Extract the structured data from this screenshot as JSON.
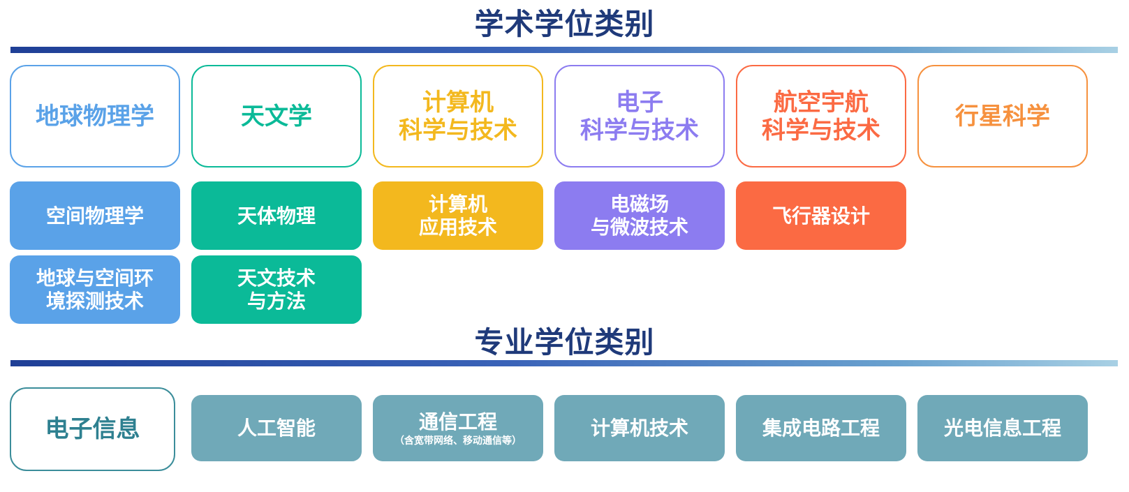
{
  "academic": {
    "title": "学术学位类别",
    "columns": [
      {
        "name_lines": [
          "地球物理学"
        ],
        "color": "#5aa2e8",
        "subjects": [
          {
            "lines": [
              "空间物理学"
            ]
          },
          {
            "lines": [
              "地球与空间环",
              "境探测技术"
            ]
          }
        ]
      },
      {
        "name_lines": [
          "天文学"
        ],
        "color": "#0bba98",
        "subjects": [
          {
            "lines": [
              "天体物理"
            ]
          },
          {
            "lines": [
              "天文技术",
              "与方法"
            ]
          }
        ]
      },
      {
        "name_lines": [
          "计算机",
          "科学与技术"
        ],
        "color": "#f3b81e",
        "subjects": [
          {
            "lines": [
              "计算机",
              "应用技术"
            ]
          }
        ]
      },
      {
        "name_lines": [
          "电子",
          "科学与技术"
        ],
        "color": "#8c7cf0",
        "subjects": [
          {
            "lines": [
              "电磁场",
              "与微波技术"
            ]
          }
        ]
      },
      {
        "name_lines": [
          "航空宇航",
          "科学与技术"
        ],
        "color": "#fb6a43",
        "subjects": [
          {
            "lines": [
              "飞行器设计"
            ]
          }
        ]
      },
      {
        "name_lines": [
          "行星科学"
        ],
        "color": "#f6913e",
        "subjects": []
      }
    ]
  },
  "professional": {
    "title": "专业学位类别",
    "category": {
      "label": "电子信息",
      "color": "#2e8090",
      "border": "#3b8d9a"
    },
    "fill_color": "#70a9b8",
    "fields": [
      {
        "label": "人工智能"
      },
      {
        "label": "通信工程",
        "note": "（含宽带网络、移动通信等）"
      },
      {
        "label": "计算机技术"
      },
      {
        "label": "集成电路工程"
      },
      {
        "label": "光电信息工程"
      }
    ]
  }
}
